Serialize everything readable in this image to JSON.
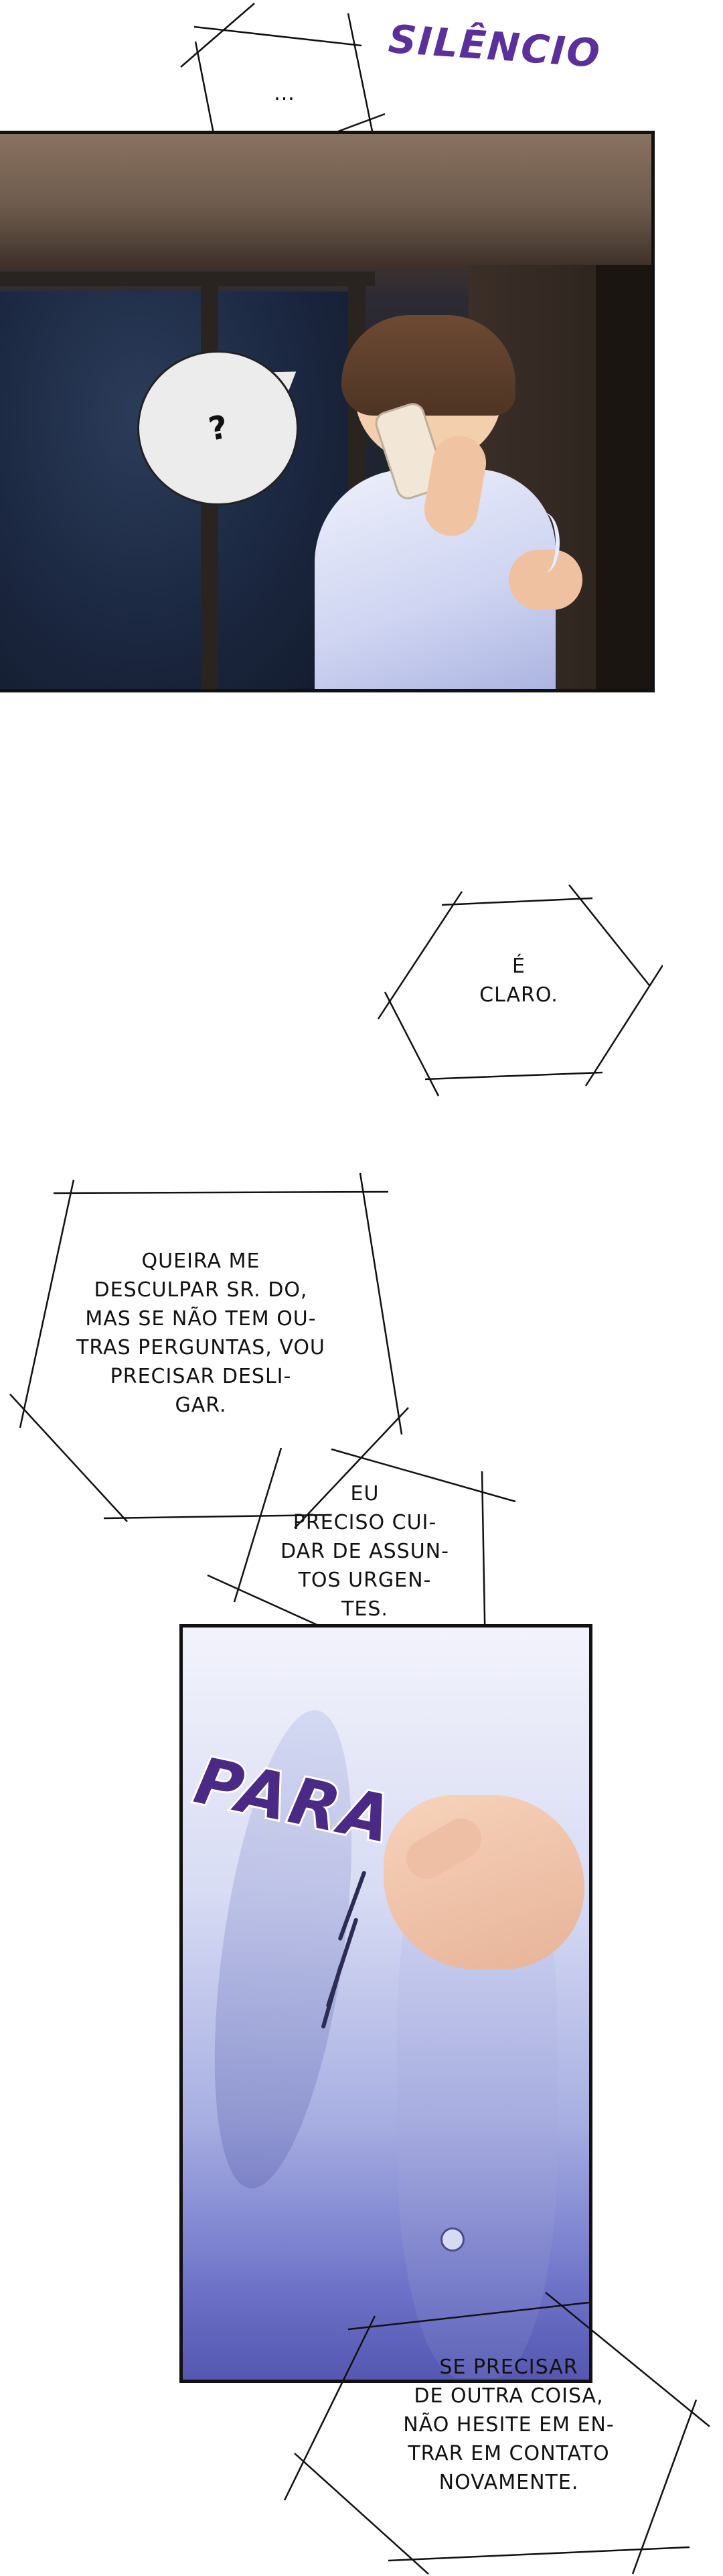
{
  "sfx": {
    "silence": "SILÊNCIO",
    "stop": "PARA"
  },
  "bubbles": {
    "ellipsis": "...",
    "question": "?",
    "of_course": "É\nCLARO.",
    "apology": "QUEIRA ME\nDESCULPAR SR. DO,\nMAS SE NÃO TEM OU-\nTRAS PERGUNTAS, VOU\nPRECISAR DESLI-\nGAR.",
    "urgent": "EU\nPRECISO CUI-\nDAR DE ASSUN-\nTOS URGEN-\nTES.",
    "contact": "SE PRECISAR\nDE OUTRA COISA,\nNÃO HESITE EM EN-\nTRAR EM CONTATO\nNOVAMENTE."
  },
  "colors": {
    "background": "#ffffff",
    "sfx_purple": "#5b2f9c",
    "shirt_blue": "#a8b0e2",
    "bubble_line": "#111111"
  }
}
